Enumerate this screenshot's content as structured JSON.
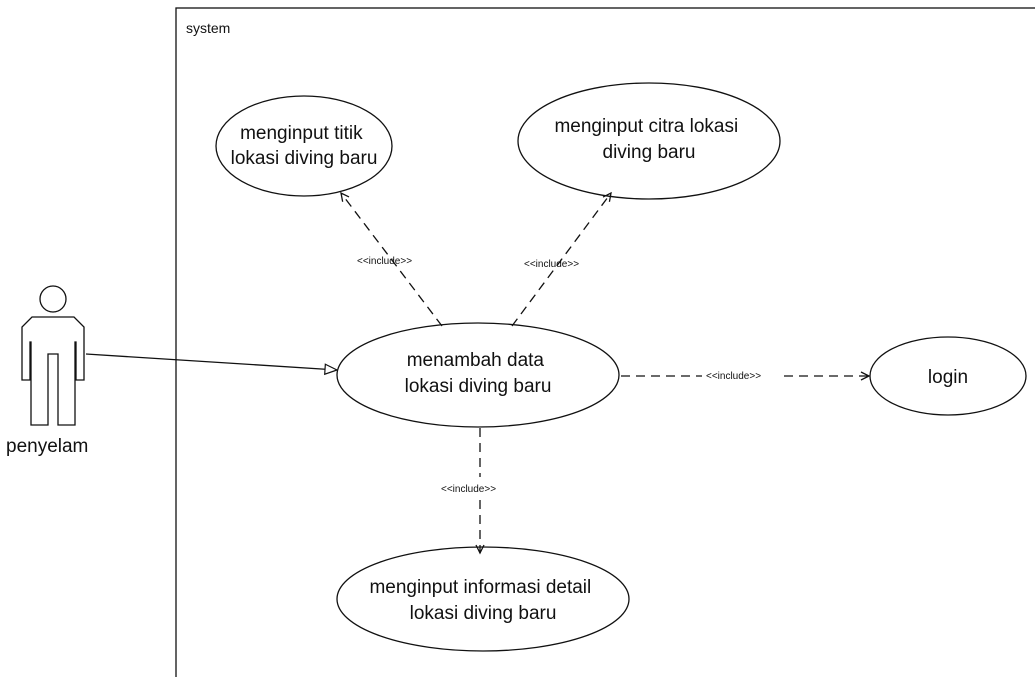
{
  "system": {
    "label": "system"
  },
  "actor": {
    "name": "penyelam"
  },
  "use_cases": {
    "uc_titik": {
      "lines": [
        "menginput titik",
        "lokasi diving baru"
      ]
    },
    "uc_citra": {
      "lines": [
        "menginput citra lokasi",
        "diving baru"
      ]
    },
    "uc_tambah": {
      "lines": [
        "menambah data",
        "lokasi diving baru"
      ]
    },
    "uc_login": {
      "lines": [
        "login"
      ]
    },
    "uc_detail": {
      "lines": [
        "menginput informasi detail",
        "lokasi diving baru"
      ]
    }
  },
  "relations": {
    "include_titik": "<<include>>",
    "include_citra": "<<include>>",
    "include_login": "<<include>>",
    "include_detail": "<<include>>"
  },
  "colors": {
    "stroke": "#111111",
    "background": "#ffffff"
  }
}
